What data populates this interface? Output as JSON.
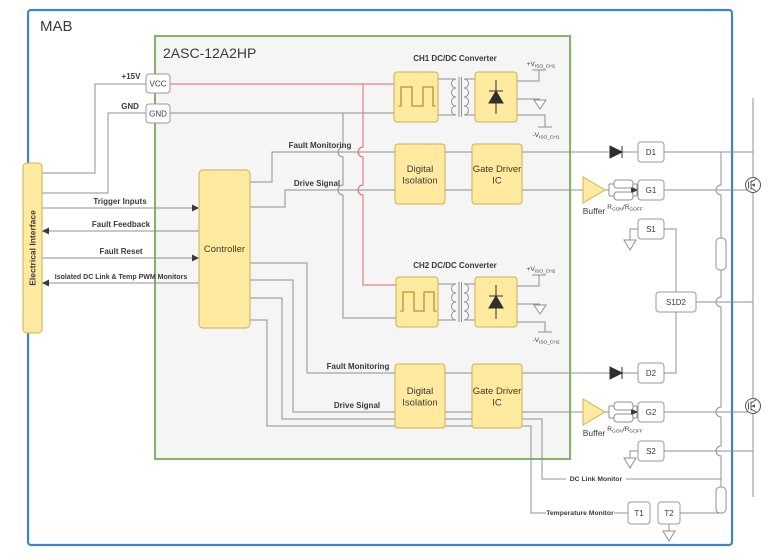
{
  "window": {
    "title": "MAB"
  },
  "module": {
    "title": "2ASC-12A2HP"
  },
  "interface": {
    "label": "Electrical Interface",
    "supply": {
      "p15v": "+15V",
      "gnd": "GND"
    },
    "signals": {
      "trigger": "Trigger Inputs",
      "fault_feedback": "Fault Feedback",
      "fault_reset": "Fault Reset",
      "isolated_monitors": "Isolated DC Link & Temp PWM Monitors"
    }
  },
  "controller": {
    "label": "Controller"
  },
  "ports": {
    "vcc": "VCC",
    "gnd": "GND"
  },
  "blocks": {
    "digital_isolation": {
      "line1": "Digital",
      "line2": "Isolation"
    },
    "gate_driver": {
      "line1": "Gate Driver",
      "line2": "IC"
    },
    "buffer": "Buffer"
  },
  "gate_resistors": {
    "r1": "R",
    "sub1": "GON",
    "r2": "/R",
    "sub2": "GOFF"
  },
  "ch1": {
    "title": "CH1 DC/DC Converter",
    "vpos": "+V",
    "vpos_sub": "ISO_CH1",
    "vneg": "-V",
    "vneg_sub": "ISO_CH1",
    "fault": "Fault Monitoring",
    "drive": "Drive Signal",
    "drain": "D1",
    "gate": "G1",
    "source": "S1"
  },
  "ch2": {
    "title": "CH2 DC/DC Converter",
    "vpos": "+V",
    "vpos_sub": "ISO_CH2",
    "vneg": "-V",
    "vneg_sub": "ISO_CH2",
    "fault": "Fault Monitoring",
    "drive": "Drive Signal",
    "drain": "D2",
    "gate": "G2",
    "source": "S2"
  },
  "bridge": {
    "midpoint": "S1D2"
  },
  "monitors": {
    "dc_link": "DC Link Monitor",
    "temperature": "Temperature Monitor",
    "t1": "T1",
    "t2": "T2"
  },
  "colors": {
    "outer_border": "#3d85c6",
    "module_border": "#82b366",
    "module_fill": "#f5f5f5",
    "block_fill": "#ffeaa0",
    "block_stroke": "#d0b050",
    "wire": "#909090",
    "vcc_wire": "#e06663",
    "text": "#3a3a3a"
  }
}
